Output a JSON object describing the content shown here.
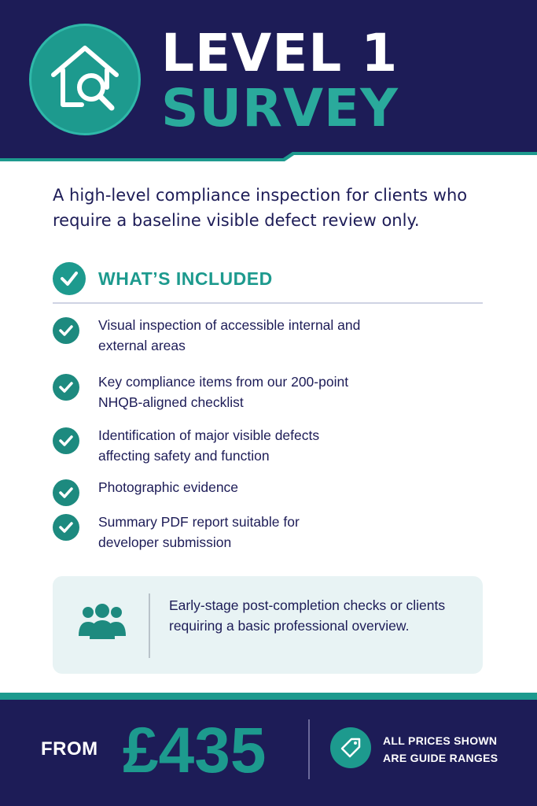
{
  "header": {
    "title_line1": "LEVEL 1",
    "title_line2": "SURVEY",
    "logo_icon": "house-magnifier-icon"
  },
  "intro": "A high-level compliance inspection for clients who require a baseline visible defect review only.",
  "included": {
    "heading": "WHAT’S INCLUDED",
    "items": [
      "Visual inspection of accessible internal and external areas",
      "Key compliance items from our 200-point NHQB-aligned checklist",
      "Identification of major visible defects affecting safety and function",
      "Photographic evidence",
      "Summary PDF report suitable for developer submission"
    ]
  },
  "note": {
    "icon": "people-group-icon",
    "text": "Early-stage post-completion checks or clients requiring a basic professional overview."
  },
  "footer": {
    "from_label": "FROM",
    "price": "£435",
    "tag_icon": "price-tag-icon",
    "guide_line1": "ALL PRICES SHOWN",
    "guide_line2": "ARE GUIDE RANGES"
  },
  "colors": {
    "navy": "#1d1c57",
    "teal": "#1d9a8e",
    "light_teal_bg": "#e8f3f4"
  }
}
